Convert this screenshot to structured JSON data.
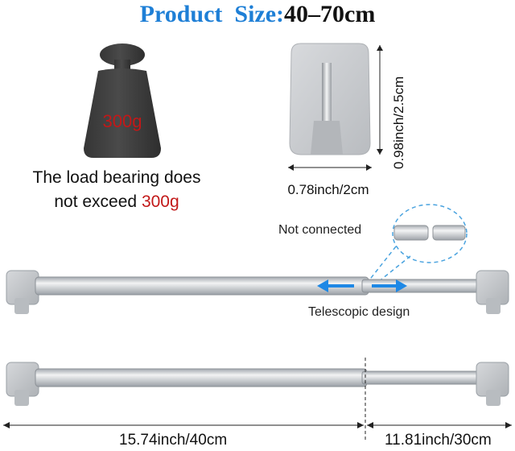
{
  "title": {
    "product_word": "Product",
    "size_word": "Size:",
    "size_value": "40–70cm"
  },
  "weight": {
    "label": "300g",
    "text_line1": "The load bearing does",
    "text_line2_prefix": "not exceed ",
    "text_line2_value": "300g"
  },
  "hook": {
    "width_label": "0.78inch/2cm",
    "height_label": "0.98inch/2.5cm"
  },
  "rods": {
    "not_connected_label": "Not connected",
    "telescopic_label": "Telescopic design",
    "left_length": "15.74inch/40cm",
    "right_length": "11.81inch/30cm"
  },
  "colors": {
    "title_blue": "#1e7fd6",
    "highlight_red": "#c21818",
    "arrow_blue": "#1e88e5",
    "weight_dark": "#3f3f3f",
    "hook_gray": "#c9cbce"
  }
}
